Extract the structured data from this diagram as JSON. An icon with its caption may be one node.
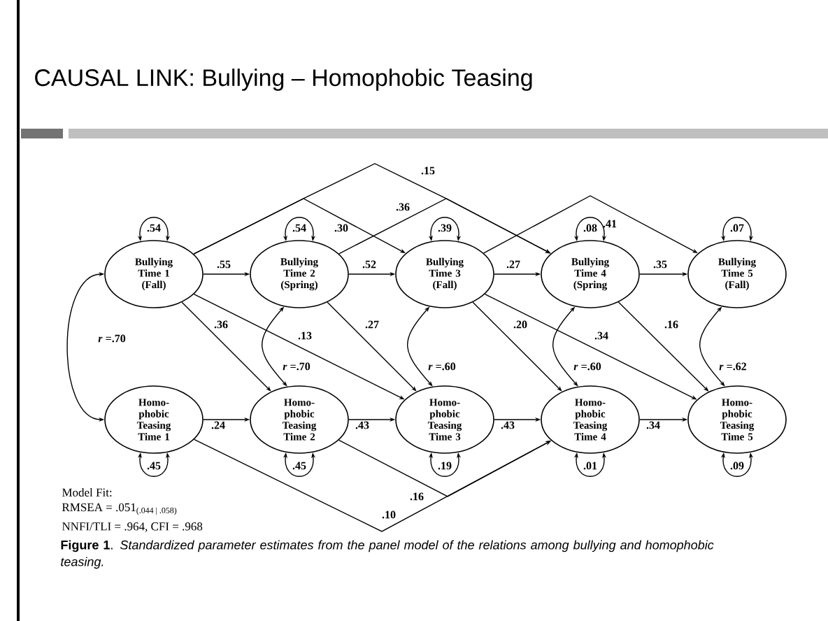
{
  "diagram": {
    "title": "CAUSAL LINK: Bullying – Homophobic Teasing",
    "caption": "**Figure 1**. *Standardized parameter estimates from the panel model of the relations among bullying and homophobic teasing.*",
    "nodes": [
      {
        "text": [
          "Bullying Time 1 (Fall)"
        ]
      },
      {
        "text": [
          "Bullying Time 2 (Spring)"
        ]
      },
      {
        "text": [
          "Bullying Time 3 (Fall)"
        ]
      },
      {
        "text": [
          "Bullying Time 4 (Spring"
        ]
      },
      {
        "text": [
          "Bullying Time 5 (Fall)"
        ]
      },
      {
        "text": [
          "Homo- phobic Teasing Time 1"
        ]
      },
      {
        "text": [
          "Homo- phobic Teasing Time 2"
        ]
      },
      {
        "text": [
          "Homo- phobic Teasing Time 3"
        ]
      },
      {
        "text": [
          "Homo- phobic Teasing Time 4"
        ]
      },
      {
        "text": [
          "Homo- phobic Teasing Time 5"
        ]
      }
    ],
    "edges": [
      {
        "from": 0,
        "to": 1,
        "arrow": "to",
        "label": ".55"
      },
      {
        "from": 1,
        "to": 2,
        "arrow": "to",
        "label": ".52"
      },
      {
        "from": 2,
        "to": 3,
        "arrow": "to",
        "label": ".27"
      },
      {
        "from": 3,
        "to": 4,
        "arrow": "to",
        "label": ".35"
      },
      {
        "from": 0,
        "to": 2,
        "arrow": "to",
        "label": ".30"
      },
      {
        "from": 0,
        "to": 3,
        "arrow": "to",
        "label": ".15"
      },
      {
        "from": 1,
        "to": 3,
        "arrow": "to",
        "label": ".36"
      },
      {
        "from": 2,
        "to": 4,
        "arrow": "to",
        "label": ".41"
      },
      {
        "from": 0,
        "to": 6,
        "arrow": "to",
        "label": ".36"
      },
      {
        "from": 0,
        "to": 7,
        "arrow": "to",
        "label": ".13"
      },
      {
        "from": 1,
        "to": 7,
        "arrow": "to",
        "label": ".27"
      },
      {
        "from": 2,
        "to": 8,
        "arrow": "to",
        "label": ".20"
      },
      {
        "from": 2,
        "to": 9,
        "arrow": "to",
        "label": ".34"
      },
      {
        "from": 3,
        "to": 9,
        "arrow": "to",
        "label": ".16"
      },
      {
        "from": 5,
        "to": 6,
        "arrow": "to",
        "label": ".24"
      },
      {
        "from": 6,
        "to": 7,
        "arrow": "to",
        "label": ".43"
      },
      {
        "from": 7,
        "to": 8,
        "arrow": "to",
        "label": ".43"
      },
      {
        "from": 8,
        "to": 9,
        "arrow": "to",
        "label": ".34"
      },
      {
        "from": 5,
        "to": 8,
        "arrow": "to",
        "label": ".10"
      },
      {
        "from": 6,
        "to": 8,
        "arrow": "to",
        "label": ".16"
      },
      {
        "from": 0,
        "to": 5,
        "arrow": "both",
        "label": "*r* =.70"
      },
      {
        "from": 1,
        "to": 6,
        "arrow": "both",
        "label": "*r* =.70"
      },
      {
        "from": 2,
        "to": 7,
        "arrow": "both",
        "label": "*r* =.60"
      },
      {
        "from": 3,
        "to": 8,
        "arrow": "both",
        "label": "*r* =.60"
      },
      {
        "from": 4,
        "to": 9,
        "arrow": "both",
        "label": "*r* =.62"
      },
      {
        "from": 0,
        "to": 0,
        "arrow": "both",
        "label": ".54"
      },
      {
        "from": 1,
        "to": 1,
        "arrow": "both",
        "label": ".54"
      },
      {
        "from": 2,
        "to": 2,
        "arrow": "both",
        "label": ".39"
      },
      {
        "from": 3,
        "to": 3,
        "arrow": "both",
        "label": ".08"
      },
      {
        "from": 4,
        "to": 4,
        "arrow": "both",
        "label": ".07"
      },
      {
        "from": 5,
        "to": 5,
        "arrow": "both",
        "label": ".45"
      },
      {
        "from": 6,
        "to": 6,
        "arrow": "both",
        "label": ".45"
      },
      {
        "from": 7,
        "to": 7,
        "arrow": "both",
        "label": ".19"
      },
      {
        "from": 8,
        "to": 8,
        "arrow": "both",
        "label": ".01"
      },
      {
        "from": 9,
        "to": 9,
        "arrow": "both",
        "label": ".09"
      }
    ],
    "labels": [
      "Model Fit:",
      "RMSEA = .051$_{(.044 | .058)}$",
      "NNFI/TLI = .964, CFI = .968"
    ]
  }
}
